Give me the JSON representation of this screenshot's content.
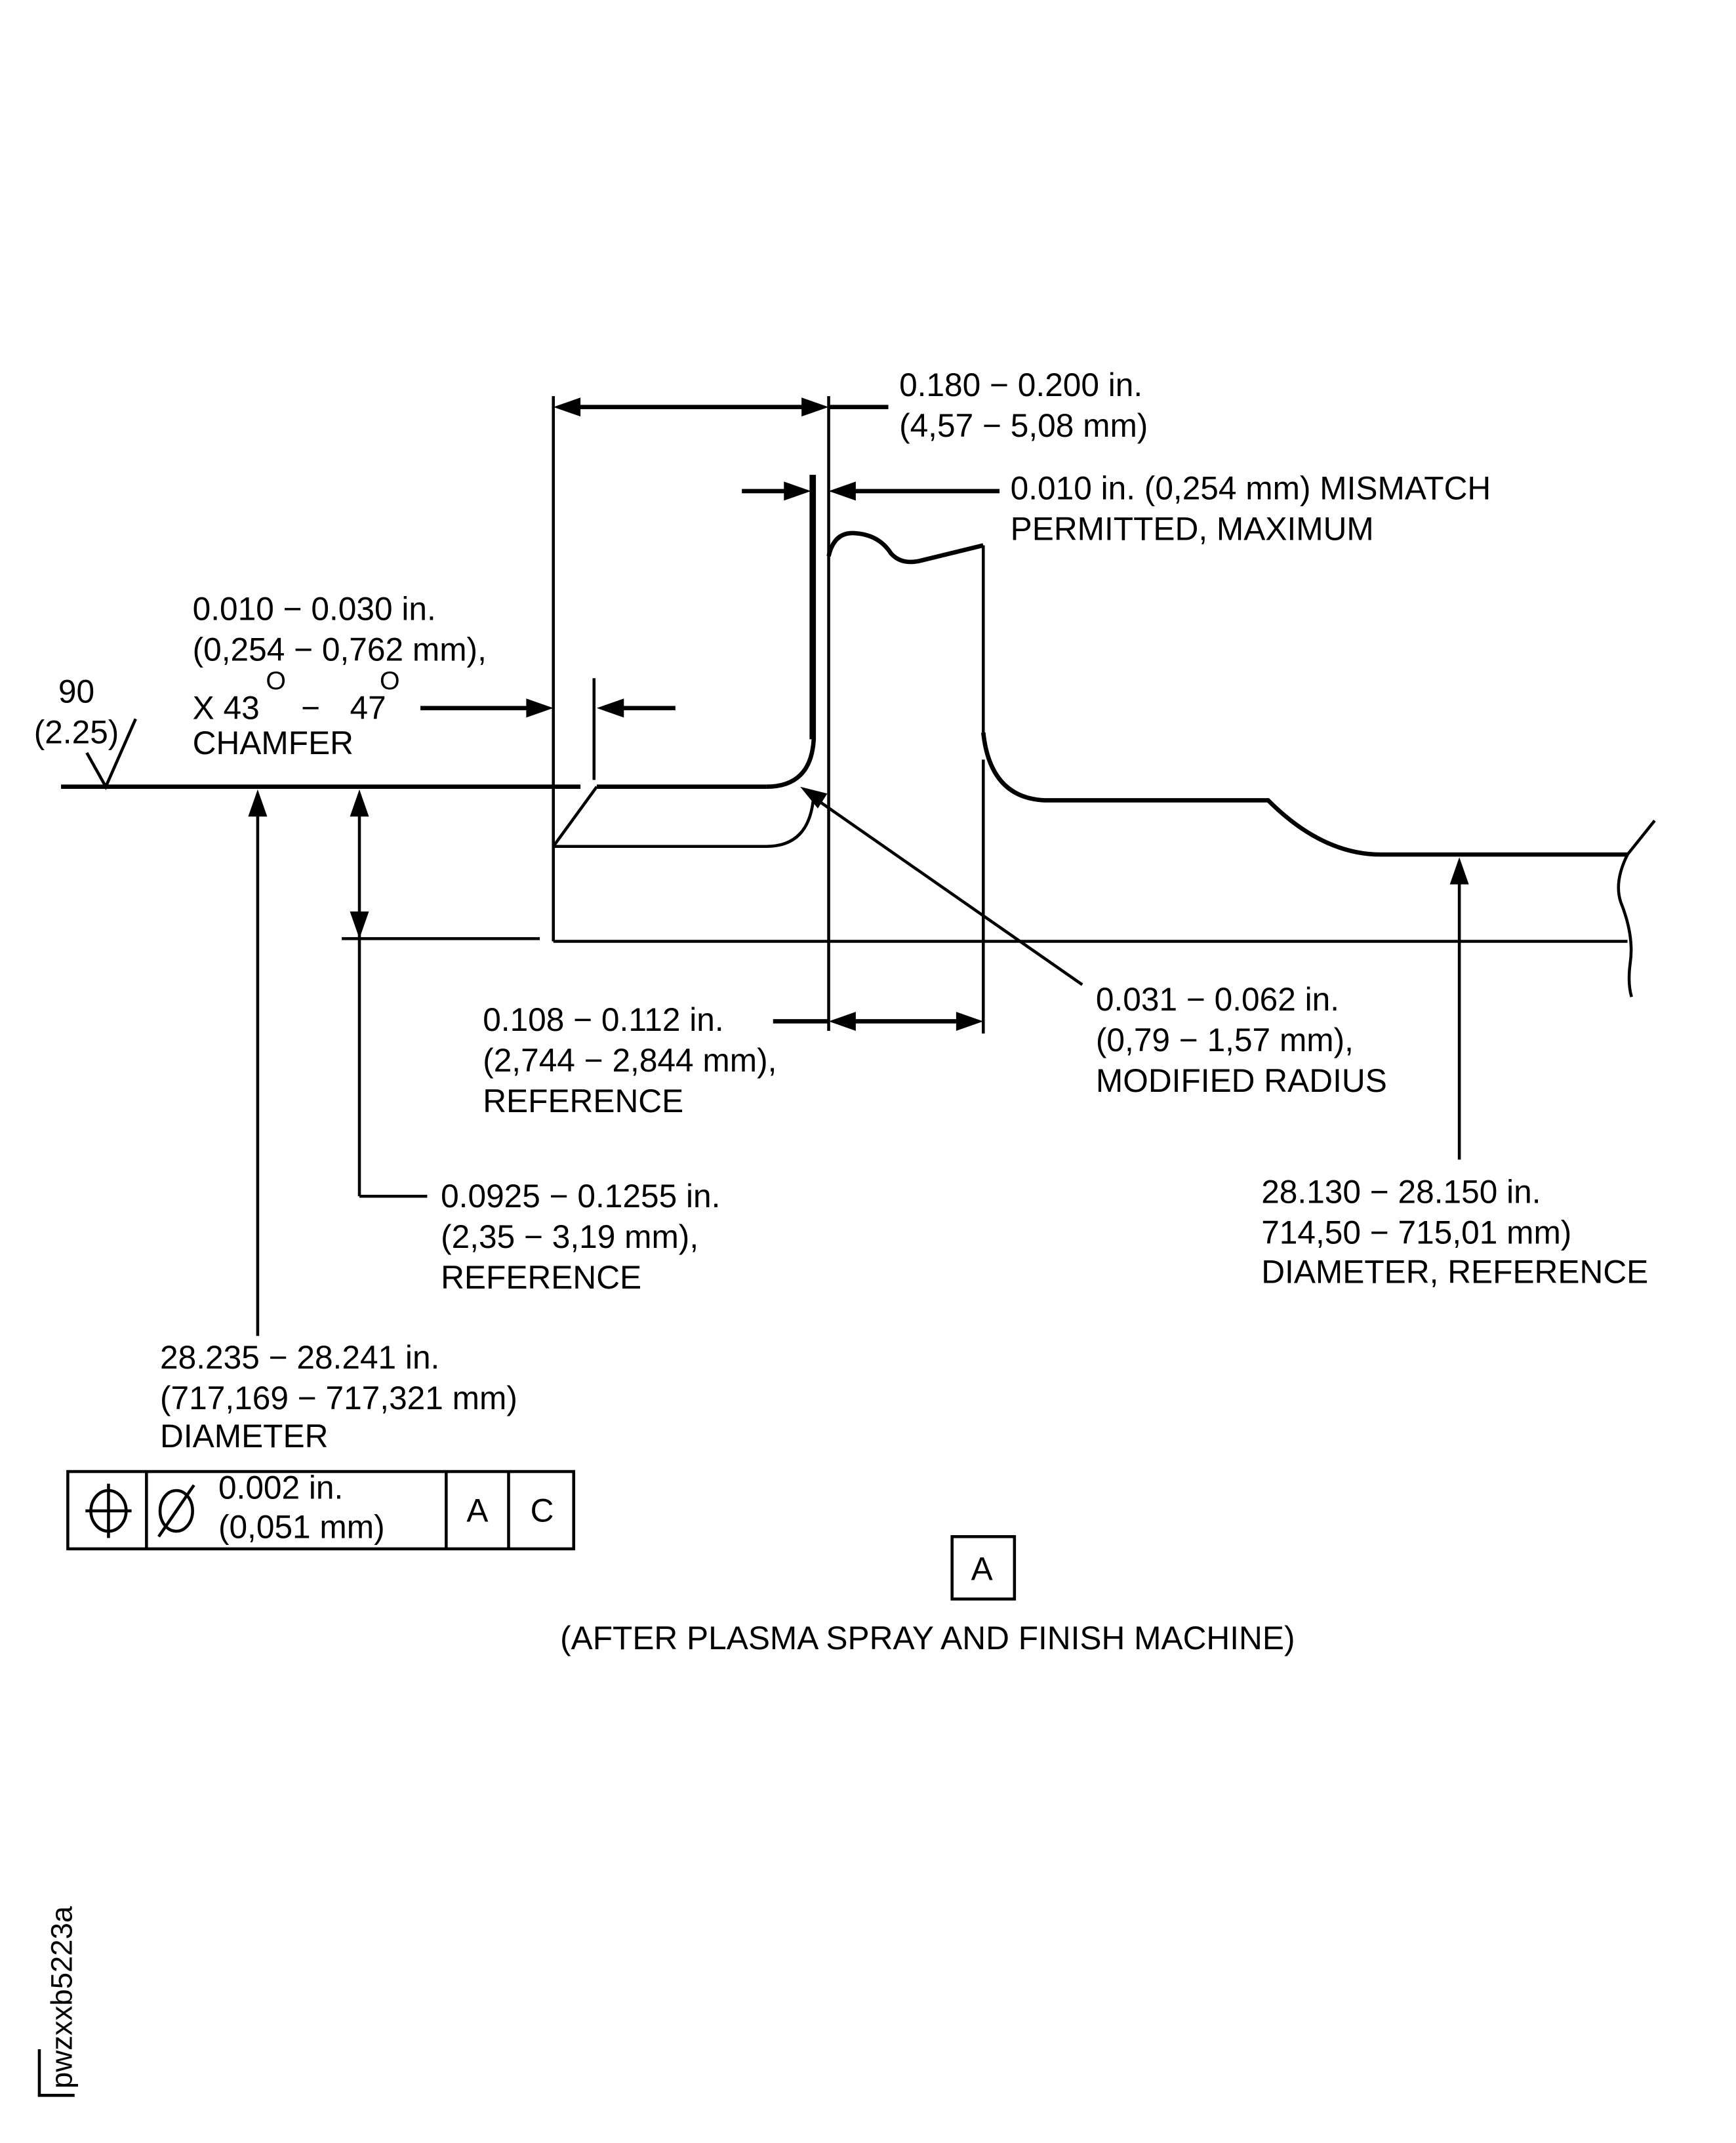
{
  "drawing_id": "pwzxxb5223a",
  "view_caption": "(AFTER PLASMA SPRAY AND FINISH MACHINE)",
  "view_label": "A",
  "surface_finish": {
    "value": "90",
    "alt": "(2.25)"
  },
  "callouts": {
    "width_top": [
      "0.180 − 0.200 in.",
      "(4,57 − 5,08 mm)"
    ],
    "mismatch": [
      "0.010 in. (0,254 mm) MISMATCH",
      "PERMITTED, MAXIMUM"
    ],
    "chamfer": {
      "line1": "0.010 − 0.030 in.",
      "line2": "(0,254 − 0,762 mm),",
      "x_prefix": "X 43",
      "deg1": "O",
      "dash": "−",
      "angle2": "47",
      "deg2": "O",
      "line4": "CHAMFER"
    },
    "reference_width": [
      "0.108 − 0.112 in.",
      "(2,744 − 2,844 mm),",
      "REFERENCE"
    ],
    "modified_radius": [
      "0.031 − 0.062 in.",
      "(0,79 − 1,57 mm),",
      "MODIFIED RADIUS"
    ],
    "reference_height": [
      "0.0925 − 0.1255 in.",
      "(2,35 − 3,19 mm),",
      "REFERENCE"
    ],
    "diameter_reference": [
      "28.130 − 28.150 in.",
      "714,50 − 715,01 mm)",
      "DIAMETER, REFERENCE"
    ],
    "diameter": [
      "28.235 − 28.241 in.",
      "(717,169 − 717,321 mm)",
      "DIAMETER"
    ]
  },
  "feature_control_frame": {
    "symbol": "position-icon",
    "diameter_symbol": "⌀",
    "tolerance": [
      "0.002 in.",
      "(0,051 mm)"
    ],
    "datum_1": "A",
    "datum_2": "C"
  }
}
